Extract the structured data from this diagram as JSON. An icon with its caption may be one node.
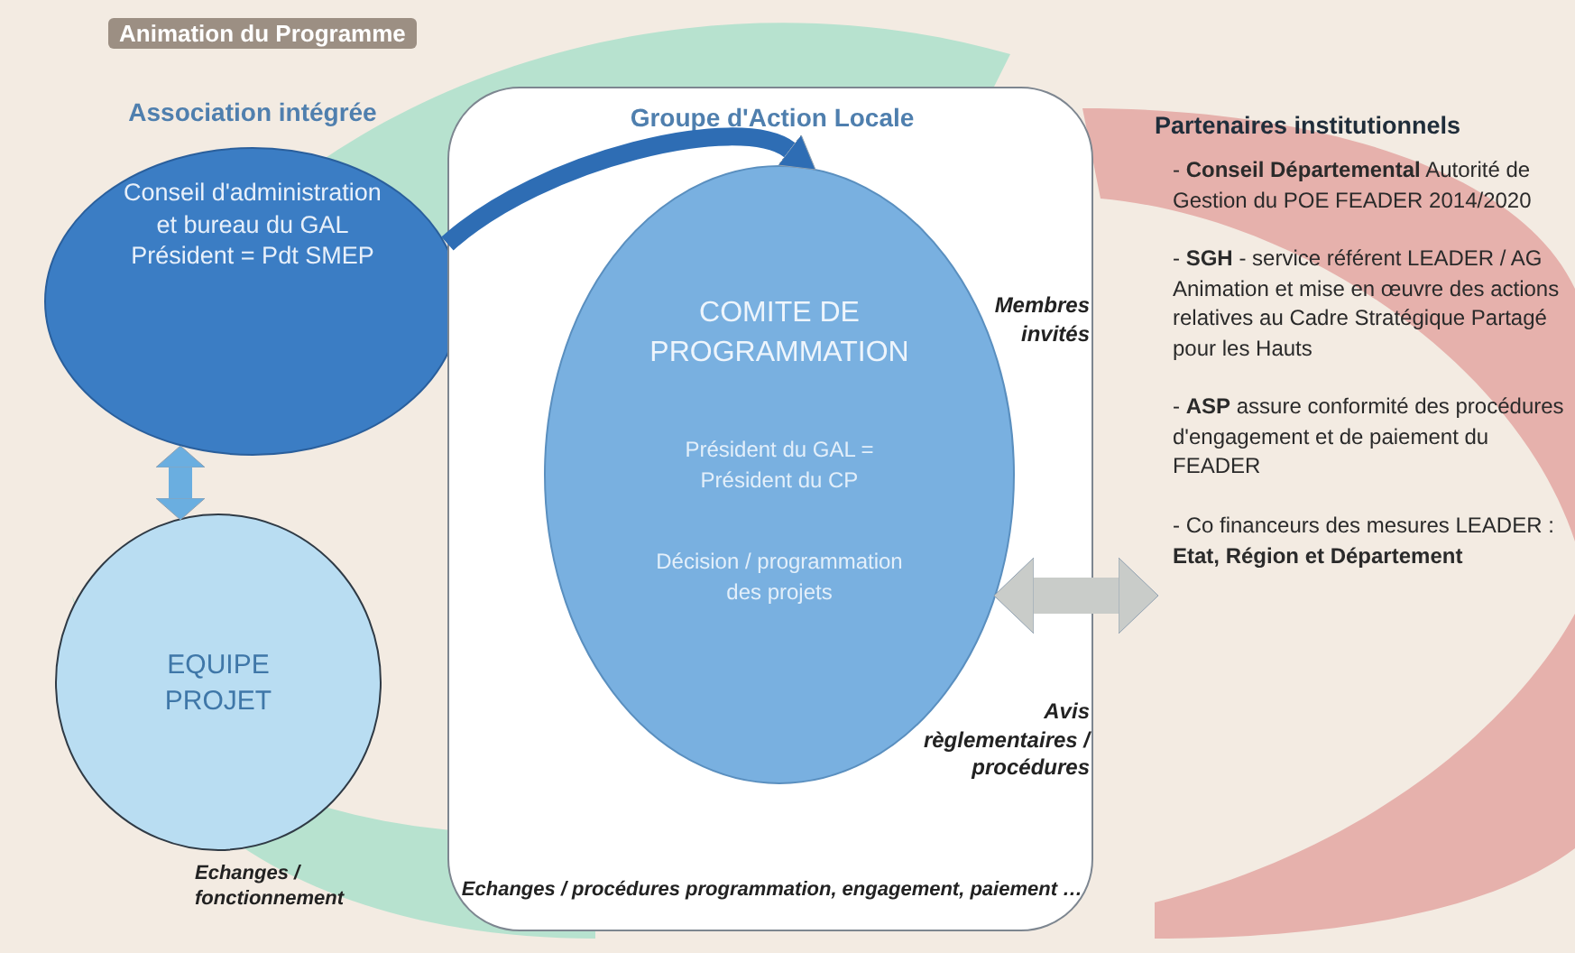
{
  "diagram": {
    "title": "Animation du Programme",
    "nodes": [
      {
        "text": [
          "Association intégrée",
          "Conseil d'administration et bureau du GAL Président = Pdt SMEP"
        ]
      },
      {
        "text": [
          "EQUIPE PROJET"
        ],
        "beside": [
          "Echanges / fonctionnement"
        ]
      },
      {
        "text": [
          "Groupe d'Action Locale",
          "Membres invités",
          "Avis règlementaires / procédures",
          "Echanges / procédures programmation, engagement, paiement …"
        ]
      },
      {
        "text": [
          "COMITE DE PROGRAMMATION",
          "Président du GAL = Président du CP",
          "Décision / programmation des projets"
        ],
        "in": 2
      },
      {
        "text": [
          "Partenaires institutionnels",
          "- **Conseil Départemental** Autorité de Gestion du POE FEADER 2014/2020",
          "- **SGH** - service référent LEADER / AG Animation et mise en œuvre des actions relatives au Cadre Stratégique Partagé pour les Hauts",
          "- **ASP** assure conformité des procédures d'engagement et de paiement du FEADER",
          "- Co financeurs des mesures LEADER : **Etat, Région et Département**"
        ]
      }
    ],
    "edges": [
      {
        "from": 0,
        "to": 1,
        "arrow": "both",
        "color": "#6aaee0"
      },
      {
        "from": 0,
        "to": 3,
        "arrow": "to",
        "color": "#2e6db4"
      },
      {
        "from": 3,
        "to": 4,
        "arrow": "both",
        "color": "#c9ccc9"
      }
    ]
  }
}
